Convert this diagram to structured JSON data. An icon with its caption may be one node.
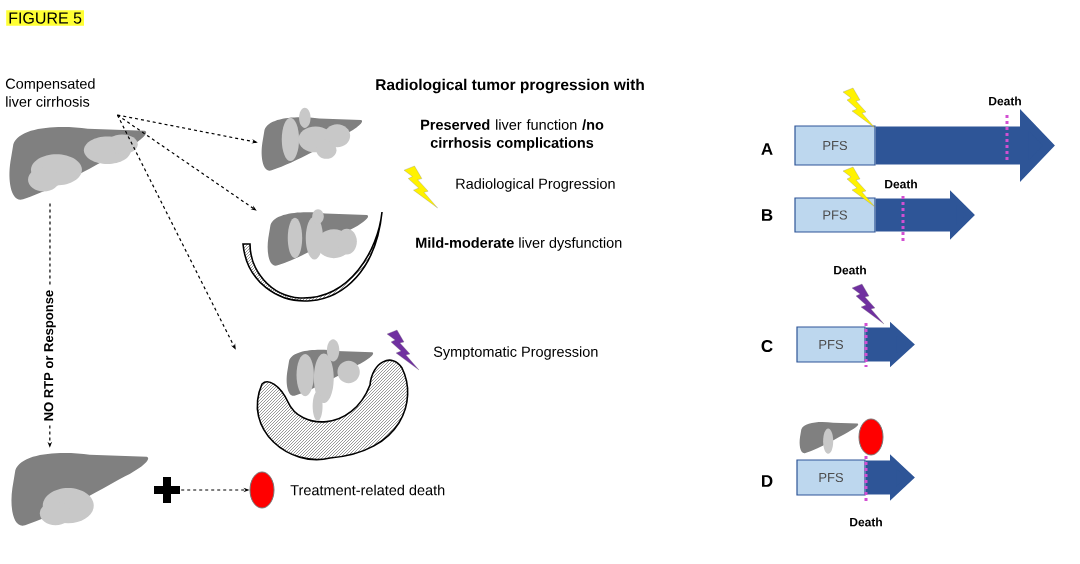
{
  "diagram": {
    "title": "FIGURE 5",
    "nodes": [
      {
        "text": [
          "Compensated liver cirrhosis"
        ]
      },
      {
        "text": [],
        "shape": "picture"
      },
      {
        "text": [],
        "shape": "picture"
      },
      {
        "text": [],
        "shape": "picture"
      },
      {
        "text": [],
        "shape": "picture"
      },
      {
        "text": [],
        "shape": "circle",
        "beside": [
          "Treatment-related death"
        ]
      },
      {
        "text": [],
        "shape": "cross"
      },
      {
        "text": [
          "PFS"
        ]
      },
      {
        "text": [
          "PFS"
        ]
      },
      {
        "text": [
          "PFS"
        ]
      },
      {
        "text": [
          "PFS"
        ]
      },
      {
        "text": [],
        "shape": "circle"
      }
    ],
    "edges": [
      {
        "from": 0,
        "to": 1,
        "arrow": "to",
        "style": "dashed"
      },
      {
        "from": 0,
        "to": 2,
        "arrow": "to",
        "style": "dashed"
      },
      {
        "from": 0,
        "to": 3,
        "arrow": "to",
        "style": "dashed"
      },
      {
        "from": 0,
        "to": 4,
        "arrow": "to",
        "style": "dashed",
        "label": "NO RTP or Response"
      },
      {
        "from": 6,
        "to": 5,
        "arrow": "to",
        "style": "dashed"
      },
      {
        "from": 7,
        "to": null,
        "arrow": "to",
        "style": "thick",
        "color": "#2e5597"
      },
      {
        "from": 8,
        "to": null,
        "arrow": "to",
        "style": "thick",
        "color": "#2e5597"
      },
      {
        "from": 9,
        "to": null,
        "arrow": "to",
        "style": "thick",
        "color": "#2e5597"
      },
      {
        "from": 10,
        "to": null,
        "arrow": "to",
        "style": "thick",
        "color": "#2e5597"
      }
    ],
    "labels": [
      "Radiological tumor progression with",
      "**Preserved** liver function **/no cirrhosis complications**",
      "Radiological Progression",
      "**Mild-moderate** liver dysfunction",
      "Symptomatic Progression",
      "A",
      "Death",
      "B",
      "Death",
      "C",
      "Death",
      "D",
      "Death"
    ]
  }
}
